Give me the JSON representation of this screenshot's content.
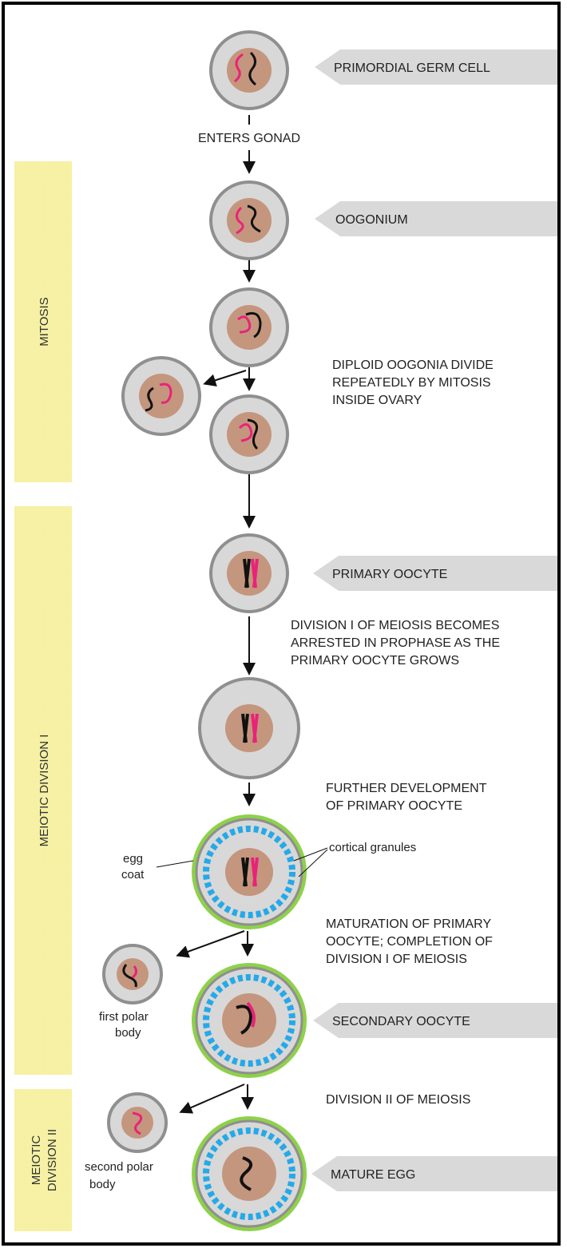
{
  "phases": [
    {
      "id": "mitosis",
      "label": "MITOSIS"
    },
    {
      "id": "meiotic1",
      "label": "MEIOTIC DIVISION I"
    },
    {
      "id": "meiotic2",
      "line1": "MEIOTIC",
      "line2": "DIVISION II"
    }
  ],
  "stages": {
    "primordial": "PRIMORDIAL GERM CELL",
    "oogonium": "OOGONIUM",
    "primary_oocyte": "PRIMARY OOCYTE",
    "secondary_oocyte": "SECONDARY OOCYTE",
    "mature_egg": "MATURE EGG"
  },
  "notes": {
    "enters_gonad": "ENTERS GONAD",
    "mitosis_note": [
      "DIPLOID OOGONIA DIVIDE",
      "REPEATEDLY BY MITOSIS",
      "INSIDE OVARY"
    ],
    "arrest_note": [
      "DIVISION I OF MEIOSIS BECOMES",
      "ARRESTED IN PROPHASE AS THE",
      "PRIMARY OOCYTE GROWS"
    ],
    "further_note": [
      "FURTHER DEVELOPMENT",
      "OF PRIMARY OOCYTE"
    ],
    "maturation_note": [
      "MATURATION OF PRIMARY",
      "OOCYTE; COMPLETION OF",
      "DIVISION I OF MEIOSIS"
    ],
    "division2_note": "DIVISION II OF MEIOSIS"
  },
  "labels": {
    "egg_coat": [
      "egg",
      "coat"
    ],
    "cortical_granules": "cortical granules",
    "first_polar_body": [
      "first polar",
      "body"
    ],
    "second_polar_body": [
      "second polar",
      "body"
    ]
  },
  "colors": {
    "phase_band": "#f7f2a6",
    "stage_arrow": "#d9d9d9",
    "cell_fill": "#d8d8d8",
    "cell_border": "#8f8f8f",
    "nucleus": "#c4967e",
    "chromosome_pink": "#e8237a",
    "chromosome_black": "#111111",
    "egg_coat": "#8ed14a",
    "granule": "#25a9e8"
  }
}
